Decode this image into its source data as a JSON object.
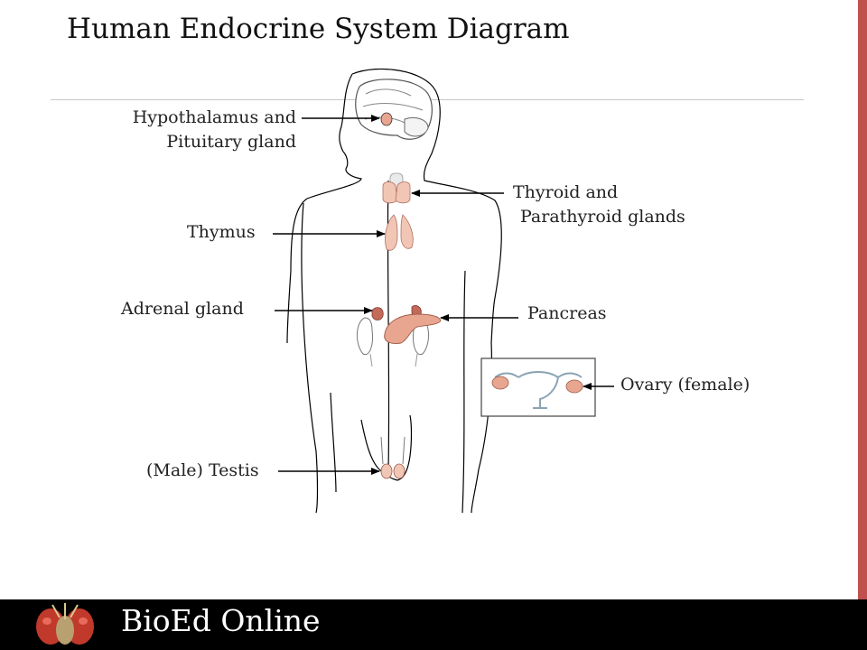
{
  "title": "Human Endocrine System Diagram",
  "labels": {
    "hypothalamus_line1": "Hypothalamus and",
    "hypothalamus_line2": "Pituitary gland",
    "thyroid_line1": "Thyroid and",
    "thyroid_line2": "Parathyroid glands",
    "thymus": "Thymus",
    "adrenal": "Adrenal gland",
    "pancreas": "Pancreas",
    "ovary": "Ovary (female)",
    "testis": "(Male) Testis"
  },
  "footer": {
    "brand": "BioEd Online"
  },
  "colors": {
    "accent_bar": "#c0504d",
    "gland_fill": "#f2c6b4",
    "organ_fill": "#e8a58f",
    "footer_bg": "#000000"
  },
  "icons": {
    "logo": "fly-head-logo-icon"
  }
}
